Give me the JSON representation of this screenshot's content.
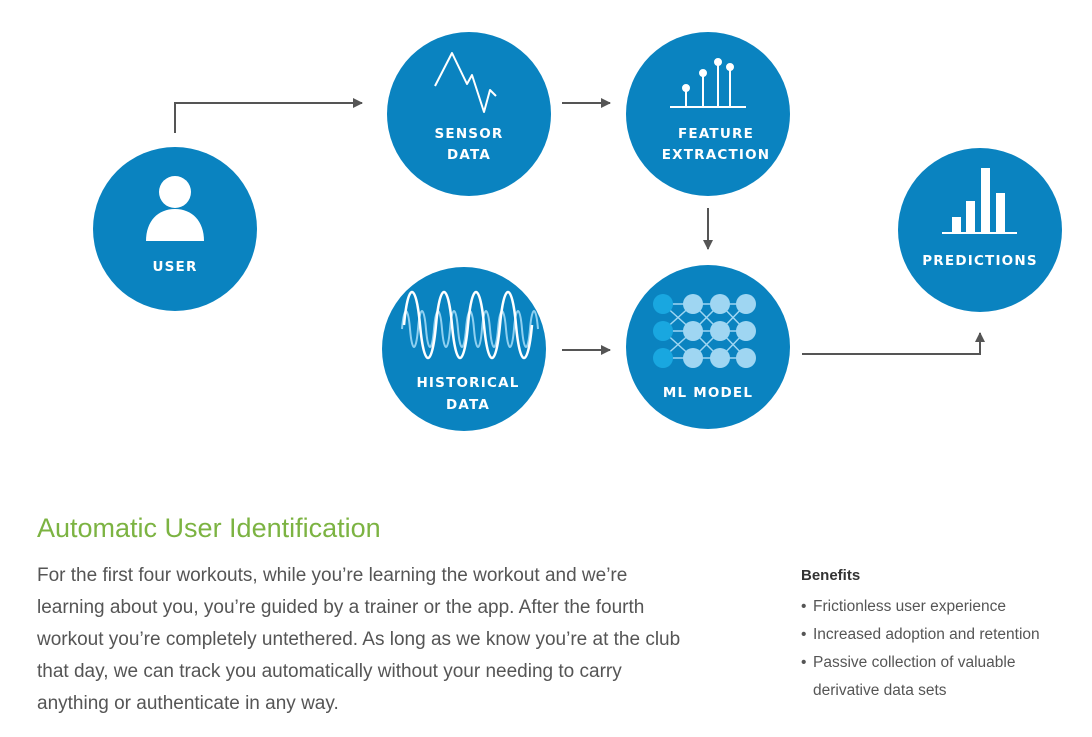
{
  "diagram": {
    "nodes": {
      "user": {
        "label_1": "USER"
      },
      "sensor": {
        "label_1": "SENSOR",
        "label_2": "DATA"
      },
      "feature": {
        "label_1": "FEATURE",
        "label_2": "EXTRACTION"
      },
      "historical": {
        "label_1": "HISTORICAL",
        "label_2": "DATA"
      },
      "ml": {
        "label_1": "ML MODEL"
      },
      "predictions": {
        "label_1": "PREDICTIONS"
      }
    },
    "colors": {
      "circle": "#0a83c0",
      "arrow": "#555555",
      "icon": "#ffffff",
      "wave_light": "#8fd0f0",
      "nn_light": "#9fd6f2",
      "nn_accent": "#19a7e0"
    }
  },
  "content": {
    "heading": "Automatic User Identification",
    "body": "For the first four workouts, while you’re learning the workout and we’re learning about you, you’re guided by a trainer or the app. After the fourth workout you’re completely untethered. As long as we know you’re at the club that day, we can track you automatically without your needing to carry anything or authenticate in any way.",
    "benefits_title": "Benefits",
    "benefits": [
      "Frictionless user experience",
      "Increased adoption and retention",
      "Passive collection of valuable derivative data sets"
    ]
  }
}
